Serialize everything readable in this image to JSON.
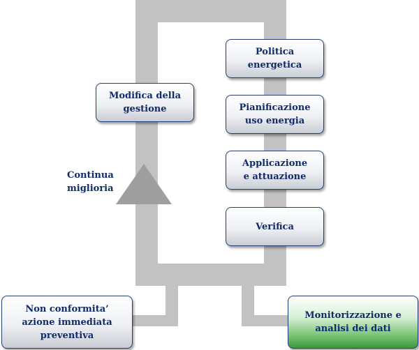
{
  "boxes": {
    "politica": "Politica\nenergetica",
    "pianificazione": "Pianificazione\nuso energia",
    "applicazione": "Applicazione\ne attuazione",
    "verifica": "Verifica",
    "modifica": "Modifica della\ngestione",
    "non_conformita": "Non conformita’\nazione immediata\npreventiva",
    "monitorizzazione": "Monitorizzazione e\nanalisi dei dati"
  },
  "labels": {
    "continua": "Continua\nmiglioria"
  },
  "colors": {
    "loop": "#c2c2c2",
    "box_border": "#1f3f73",
    "text": "#102a6a",
    "green_box": "#3a9a3e"
  }
}
